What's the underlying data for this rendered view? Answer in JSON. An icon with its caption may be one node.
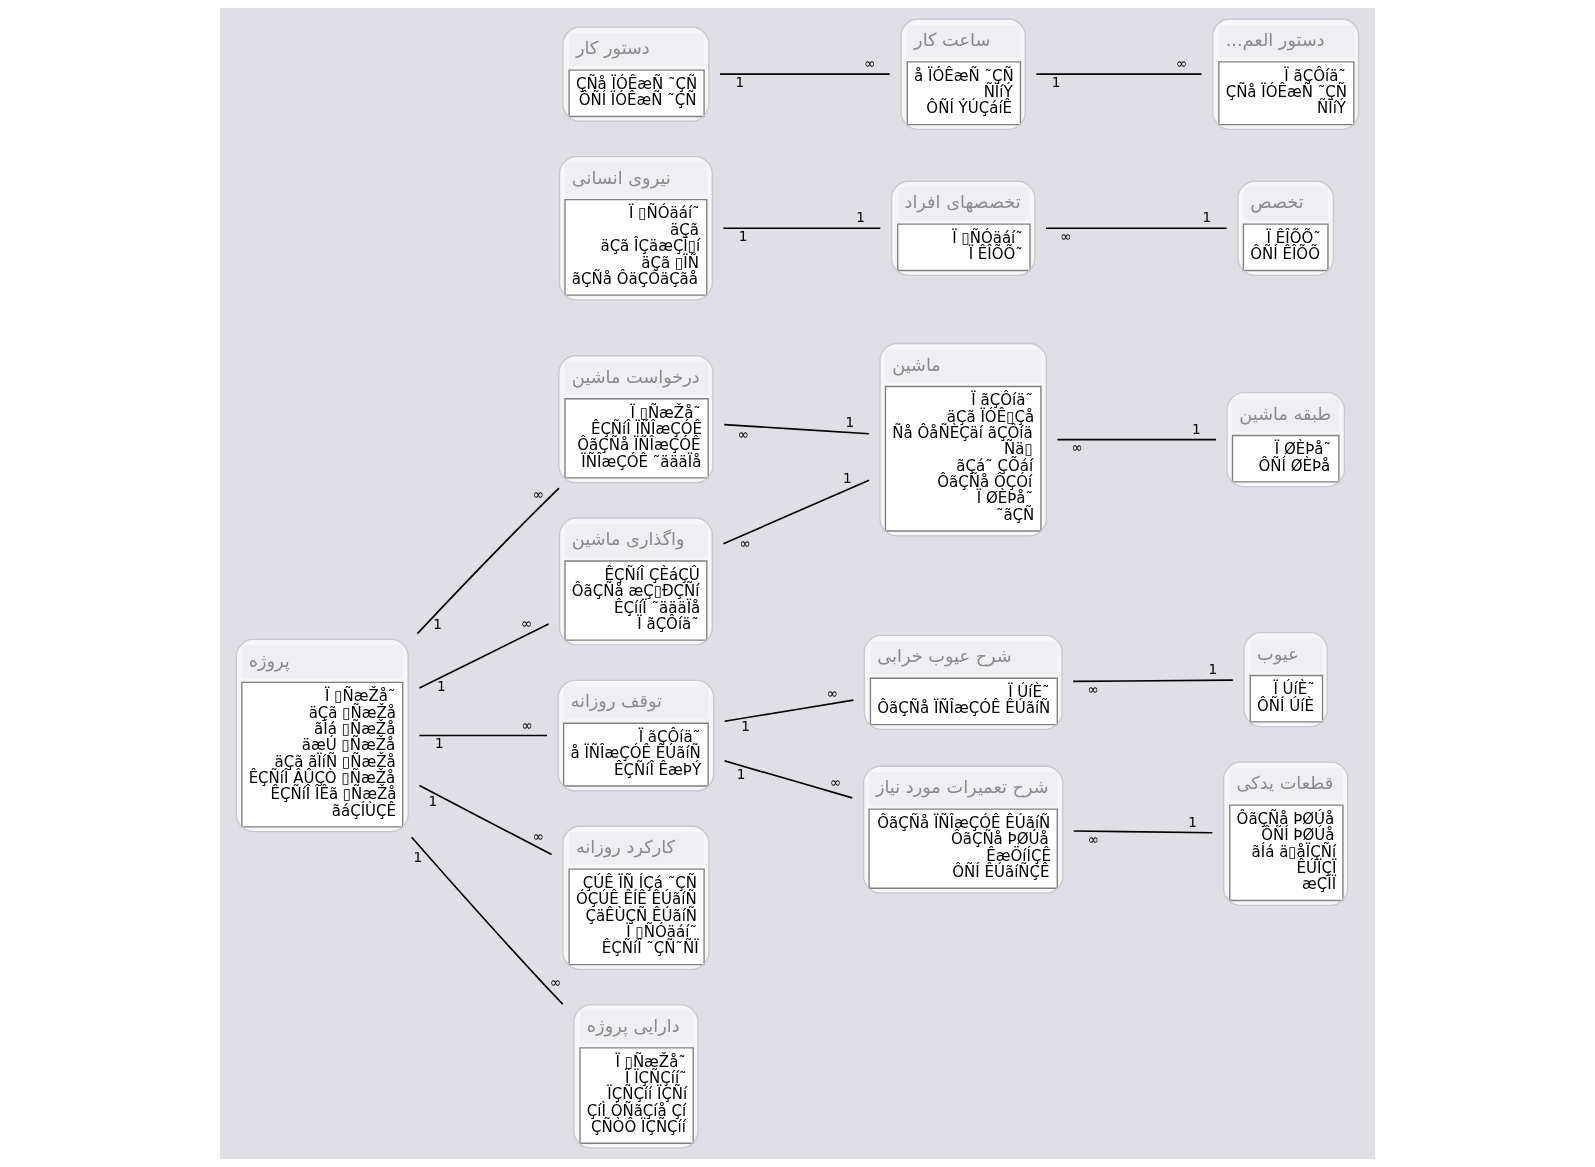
{
  "diagram": {
    "nodes": [
      {
        "text": [
          "پروژه",
          "Ï ▯ÑæŽå˜",
          "äÇã ▯ÑæŽå",
          "ãÍá ▯ÑæŽå",
          "äæÚ ▯ÑæŽå",
          "äÇã ãÏíÑ ▯ÑæŽå",
          "ÊÇÑíÎ ÂÛÇÒ ▯ÑæŽå",
          "ÊÇÑíÎ ÎÊã ▯ÑæŽå",
          "ãáÇÍÙÇÊ"
        ]
      },
      {
        "text": [
          "درخواست ماشین",
          "Ï ▯ÑæŽå˜",
          "ÊÇÑíÎ ÏÑÎæÇÓÊ",
          "ÔãÇÑå ÏÑÎæÇÓÊ",
          "ÏÑÎæÇÓÊ ˜äääÏå"
        ]
      },
      {
        "text": [
          "واگذاری ماشین",
          "ÊÇÑíÎ ÇÈáÇÛ",
          "ÔãÇÑå æÇ▯ÐÇÑí",
          "ÊÇííÏ ˜äääÏå",
          "Ï ãÇÔíä˜"
        ]
      },
      {
        "text": [
          "توقف روزانه",
          "Ï ãÇÔíä˜",
          "å ÏÑÎæÇÓÊ ÊÚãíÑ",
          "ÊÇÑíÎ ÊæÞÝ"
        ]
      },
      {
        "text": [
          "کارکرد روزانه",
          "ÇÚÊ ÏÑ ÍÇá ˜ÇÑ",
          "ÓÇÚÊ ÊÍÊ ÊÚãíÑ",
          "ÇäÊÙÇÑ ÊÚãíÑ",
          "Ï ▯ÑÓäáí˜",
          "ÊÇÑíÎ ˜ÇÑ˜ÑÏ"
        ]
      },
      {
        "text": [
          "دارایی پروژه",
          "Ï ▯ÑæŽå˜",
          "Ï ÏÇÑÇíí˜",
          "ÏÇÑÇíí ÏÇÑí",
          "ÇíÌ ÓÑãÇíå Çí",
          "ÇÑÒÔ ÏÇÑÇíí"
        ]
      },
      {
        "text": [
          "ماشین",
          "Ï ãÇÔíä˜",
          "äÇã ÏÓÊ▯Çå",
          "Ñå ÔåÑÈÇäí ãÇÔíä",
          "Ñä▯",
          "ãÇá˜ ÇÕáí",
          "ÔãÇÑå ÔÇÓí",
          "Ï ØÈÞå˜",
          "˜ãÇÑ"
        ]
      },
      {
        "text": [
          "طبقه ماشین",
          "Ï ØÈÞå˜",
          "ÔÑÍ ØÈÞå"
        ]
      },
      {
        "text": [
          "شرح عیوب خرابی",
          "Ï ÚíÈ˜",
          "ÔãÇÑå ÏÑÎæÇÓÊ ÊÚãíÑ"
        ]
      },
      {
        "text": [
          "عیوب",
          "Ï ÚíÈ˜",
          "ÔÑÍ ÚíÈ"
        ]
      },
      {
        "text": [
          "شرح تعمیرات مورد نیاز",
          "ÔãÇÑå ÏÑÎæÇÓÊ ÊÚãíÑ",
          "ÔãÇÑå ÞØÚå",
          "ÊæÖíÍÇÊ",
          "ÔÑÍ ÊÚãíÑÇÊ"
        ]
      },
      {
        "text": [
          "قطعات یدکی",
          "ÔãÇÑå ÞØÚå",
          "ÔÑÍ ÞØÚå",
          "ãÍá ä▯åÏÇÑí",
          "ÊÚÏÇÏ",
          "æÇÍÏ"
        ]
      },
      {
        "text": [
          "نیروی انسانی",
          "Ï ▯ÑÓäáí˜",
          "äÇã",
          "äÇã ÎÇäæÇÏ▯í",
          "äÇã ▯ÏÑ",
          "ãÇÑå ÔäÇÓäÇãå"
        ]
      },
      {
        "text": [
          "تخصصهای افراد",
          "Ï ▯ÑÓäáí˜",
          "Ï ÊÎÕÕ˜"
        ]
      },
      {
        "text": [
          "تخصص",
          "Ï ÊÎÕÕ˜",
          "ÔÑÍ ÊÎÕÕ"
        ]
      },
      {
        "text": [
          "دستور کار",
          "ÇÑå ÏÓÊæÑ ˜ÇÑ",
          "ÔÑÍ ÏÓÊæÑ ˜ÇÑ"
        ]
      },
      {
        "text": [
          "ساعت کار",
          "å ÏÓÊæÑ ˜ÇÑ",
          "ÑÏíÝ",
          "ÔÑÍ ÝÚÇáíÊ"
        ]
      },
      {
        "text": [
          "...دستور العم",
          "Ï ãÇÔíä˜",
          "ÇÑå ÏÓÊæÑ ˜ÇÑ",
          "ÑÏíÝ"
        ]
      }
    ],
    "edges": [
      {
        "from": 0,
        "to": 1,
        "arrow": "none"
      },
      {
        "from": 0,
        "to": 2,
        "arrow": "none"
      },
      {
        "from": 0,
        "to": 3,
        "arrow": "none"
      },
      {
        "from": 0,
        "to": 4,
        "arrow": "none"
      },
      {
        "from": 0,
        "to": 5,
        "arrow": "none"
      },
      {
        "from": 6,
        "to": 1,
        "arrow": "none"
      },
      {
        "from": 6,
        "to": 2,
        "arrow": "none"
      },
      {
        "from": 7,
        "to": 6,
        "arrow": "none"
      },
      {
        "from": 9,
        "to": 8,
        "arrow": "none"
      },
      {
        "from": 3,
        "to": 8,
        "arrow": "none"
      },
      {
        "from": 3,
        "to": 10,
        "arrow": "none"
      },
      {
        "from": 11,
        "to": 10,
        "arrow": "none"
      },
      {
        "from": 12,
        "to": 13,
        "arrow": "none"
      },
      {
        "from": 14,
        "to": 13,
        "arrow": "none"
      },
      {
        "from": 15,
        "to": 16,
        "arrow": "none"
      },
      {
        "from": 16,
        "to": 17,
        "arrow": "none"
      }
    ],
    "labels": [
      "1",
      "∞",
      "1",
      "∞",
      "1",
      "∞",
      "1",
      "∞",
      "1",
      "∞",
      "1",
      "∞",
      "1",
      "∞",
      "1",
      "∞",
      "1",
      "∞",
      "1",
      "∞",
      "1",
      "∞",
      "1",
      "∞",
      "1",
      "1",
      "1",
      "∞",
      "1",
      "∞",
      "1",
      "∞"
    ]
  }
}
